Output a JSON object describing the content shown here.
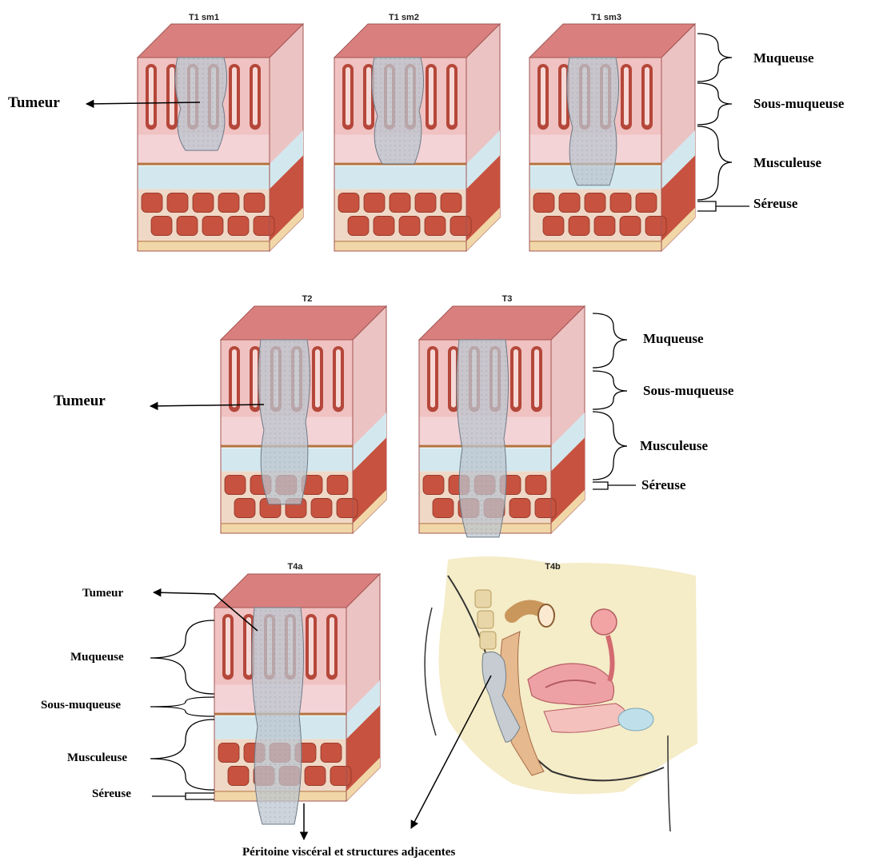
{
  "panels": [
    {
      "id": "t1sm1",
      "title": "T1 sm1",
      "depth": 1
    },
    {
      "id": "t1sm2",
      "title": "T1 sm2",
      "depth": 2
    },
    {
      "id": "t1sm3",
      "title": "T1 sm3",
      "depth": 3
    },
    {
      "id": "t2",
      "title": "T2",
      "depth": 4
    },
    {
      "id": "t3",
      "title": "T3",
      "depth": 5
    },
    {
      "id": "t4a",
      "title": "T4a",
      "depth": 6
    },
    {
      "id": "t4b",
      "title": "T4b"
    }
  ],
  "labels": {
    "tumeur": "Tumeur",
    "muqueuse": "Muqueuse",
    "sous_muqueuse": "Sous-muqueuse",
    "musculeuse": "Musculeuse",
    "sereuse": "Séreuse",
    "peritoine": "Péritoine viscéral et structures adjacentes"
  },
  "colors": {
    "mucosa_top": "#d9807f",
    "mucosa": "#f0c2c2",
    "villi": "#b5473a",
    "submucosa": "#f3d3d6",
    "muscle_light": "#d3e8ee",
    "muscle_red": "#c6523f",
    "serosa": "#f1d7a8",
    "tumor": "#bcc6cf",
    "pelvis_bg": "#f5ecc8"
  }
}
